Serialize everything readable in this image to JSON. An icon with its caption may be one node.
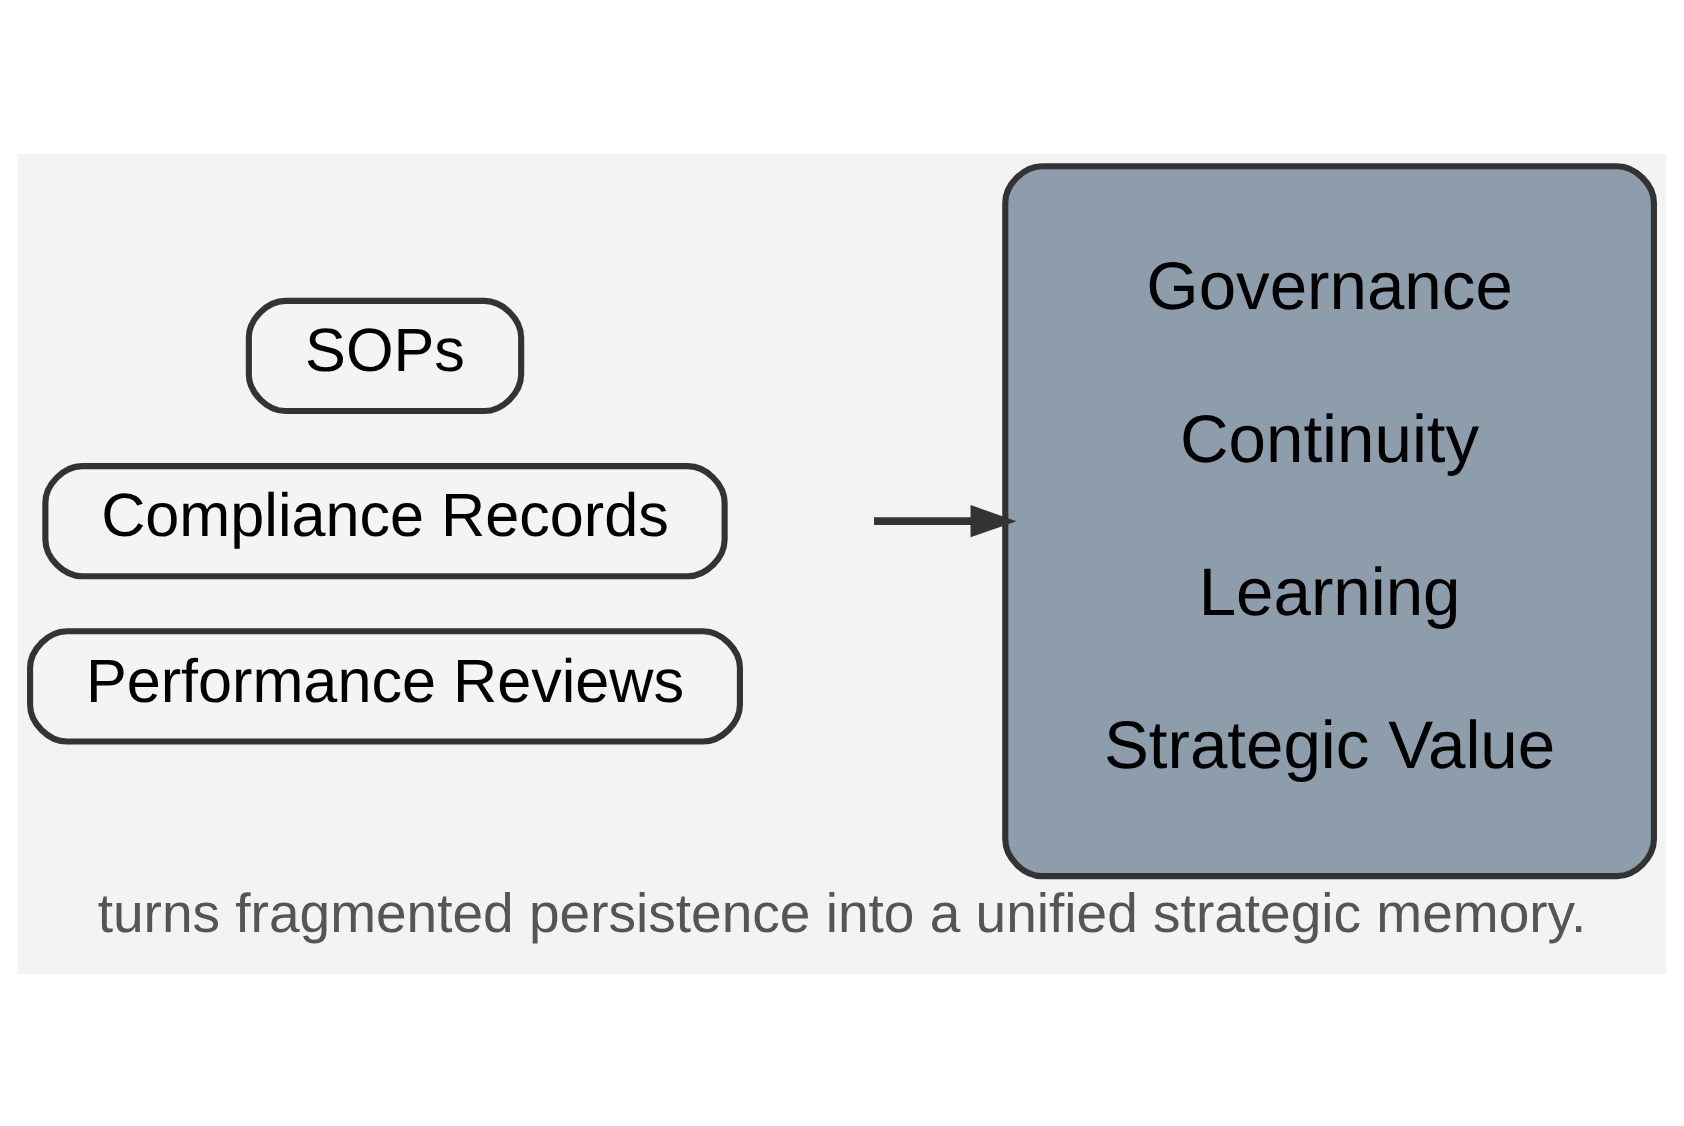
{
  "diagram": {
    "caption": "turns fragmented persistence into a unified strategic memory.",
    "nodes": [
      {
        "text": [
          "SOPs"
        ]
      },
      {
        "text": [
          "Compliance Records"
        ]
      },
      {
        "text": [
          "Performance Reviews"
        ]
      },
      {
        "text": [
          "Governance",
          "Continuity",
          "Learning",
          "Strategic Value"
        ]
      }
    ],
    "edges": [
      {
        "from": null,
        "to": 3,
        "arrow": "to"
      }
    ]
  }
}
